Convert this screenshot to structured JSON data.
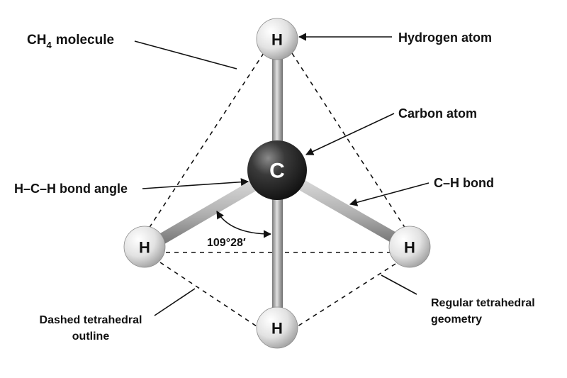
{
  "labels": {
    "molecule_prefix": "CH",
    "molecule_subscript": "4",
    "molecule_suffix": "molecule",
    "hydrogen_atom": "Hydrogen atom",
    "carbon_atom": "Carbon atom",
    "bond_angle": "H–C–H bond angle",
    "ch_bond": "C–H bond",
    "angle_value": "109°28′",
    "dashed_outline_line1": "Dashed tetrahedral",
    "dashed_outline_line2": "outline",
    "regular_geometry_line1": "Regular tetrahedral",
    "regular_geometry_line2": "geometry"
  },
  "atoms": {
    "carbon": "C",
    "hydrogen": "H"
  },
  "colors": {
    "carbon": "#2a2a2a",
    "hydrogen": "#e6e6e6",
    "bond": "#9a9a9a",
    "text": "#111111"
  }
}
